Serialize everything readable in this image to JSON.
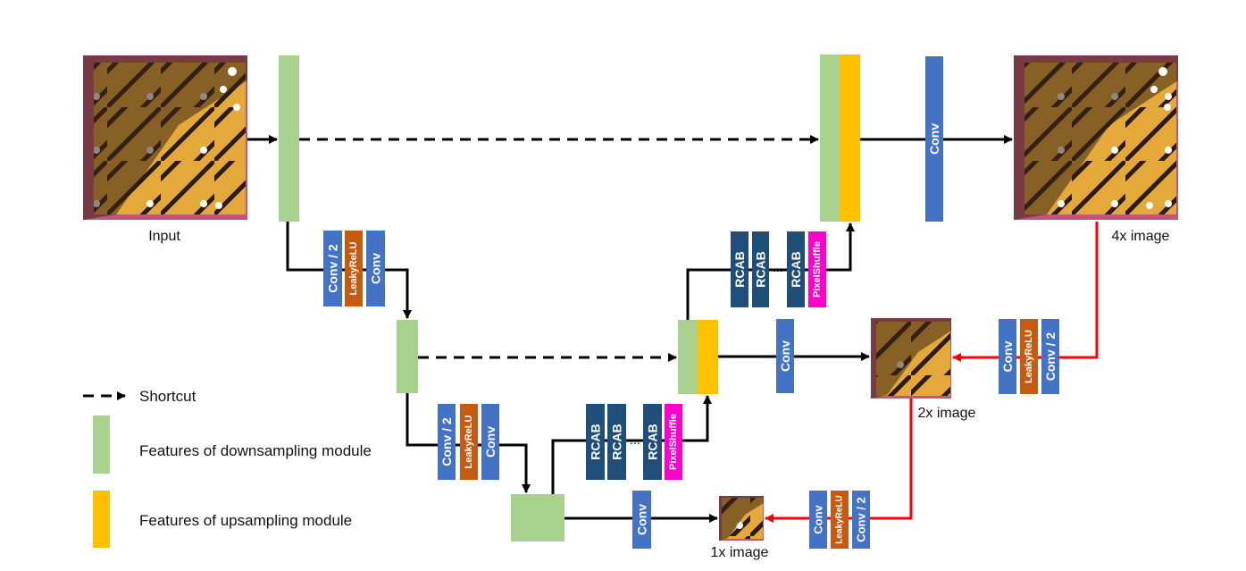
{
  "captions": {
    "input": "Input",
    "out4x": "4x image",
    "out2x": "2x image",
    "out1x": "1x image"
  },
  "blocks": {
    "conv": "Conv",
    "conv_div2": "Conv / 2",
    "leaky_relu": "LeakyReLU",
    "rcab": "RCAB",
    "pixel_shuffle": "PixelShuffle",
    "ellipsis": "..."
  },
  "legend": {
    "shortcut": "Shortcut",
    "down_features": "Features of downsampling module",
    "up_features": "Features of upsampling module"
  },
  "colors": {
    "conv": "#4472C4",
    "leaky_relu": "#C55A11",
    "rcab": "#1F4E79",
    "pixel_shuffle": "#FF00CC",
    "down_features": "#A9D18E",
    "up_features": "#FFC000",
    "downscale_path": "#FF0000",
    "main_path": "#000000"
  },
  "icons": {
    "image_thumbnail": "butterfly-wing-image"
  }
}
